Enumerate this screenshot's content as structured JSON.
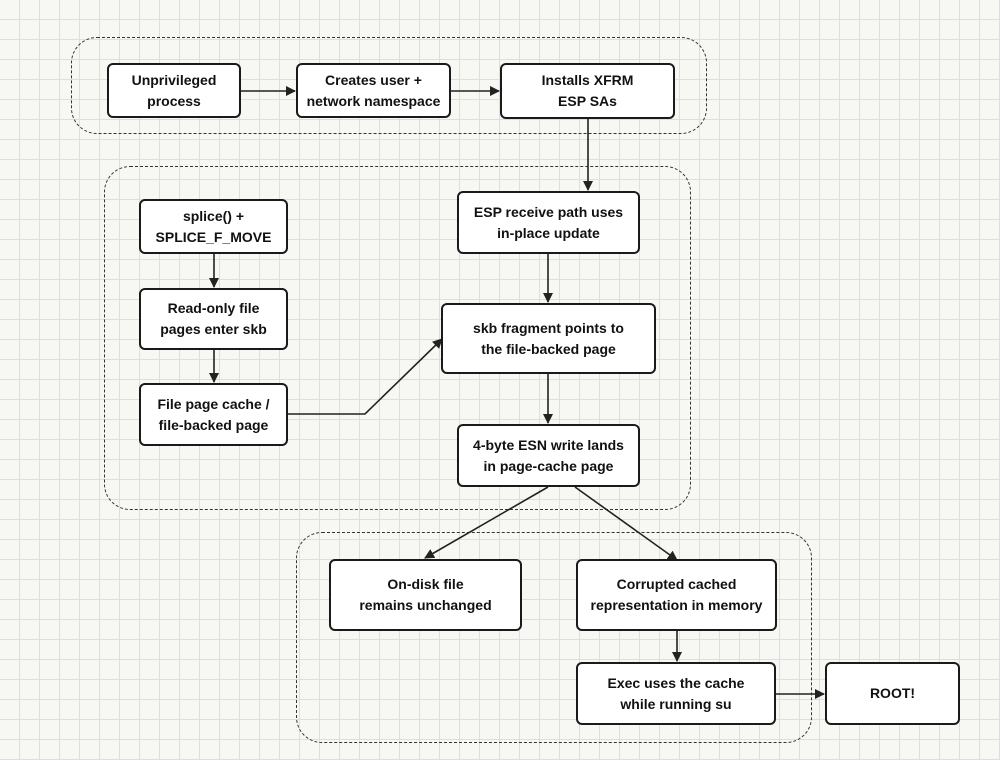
{
  "nodes": {
    "unprivileged": "Unprivileged\nprocess",
    "namespace": "Creates user +\nnetwork namespace",
    "xfrm": "Installs XFRM\nESP SAs",
    "esp_receive": "ESP receive path uses\nin-place update",
    "splice": "splice() +\nSPLICE_F_MOVE",
    "readonly": "Read-only file\npages enter skb",
    "page_cache": "File page cache /\nfile-backed page",
    "skb_fragment": "skb fragment points to\nthe file-backed page",
    "esn_write": "4-byte ESN write lands\nin page-cache page",
    "on_disk": "On-disk file\nremains unchanged",
    "corrupted": "Corrupted cached\nrepresentation in memory",
    "exec_su": "Exec uses the cache\nwhile running su",
    "root": "ROOT!"
  },
  "colors": {
    "node_border": "#1a1a1a",
    "node_fill": "#ffffff",
    "grid_line": "#dedede",
    "background": "#f7f7f3",
    "arrow": "#222222"
  }
}
